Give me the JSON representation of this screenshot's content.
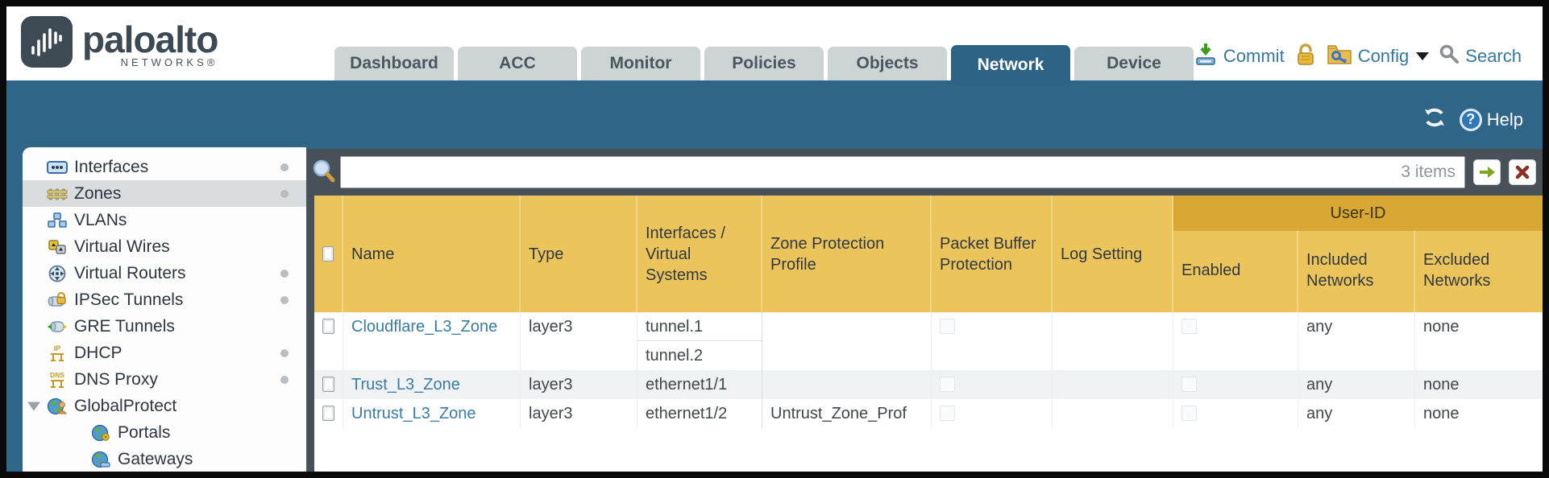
{
  "header": {
    "brand": "paloalto",
    "brand_sub": "NETWORKS®",
    "tabs": [
      "Dashboard",
      "ACC",
      "Monitor",
      "Policies",
      "Objects",
      "Network",
      "Device"
    ],
    "active_tab": "Network",
    "commit_label": "Commit",
    "config_label": "Config",
    "search_label": "Search"
  },
  "subheader": {
    "help_label": "Help"
  },
  "sidebar": {
    "items": [
      {
        "label": "Interfaces"
      },
      {
        "label": "Zones"
      },
      {
        "label": "VLANs"
      },
      {
        "label": "Virtual Wires"
      },
      {
        "label": "Virtual Routers"
      },
      {
        "label": "IPSec Tunnels"
      },
      {
        "label": "GRE Tunnels"
      },
      {
        "label": "DHCP"
      },
      {
        "label": "DNS Proxy"
      },
      {
        "label": "GlobalProtect"
      },
      {
        "label": "Portals"
      },
      {
        "label": "Gateways"
      }
    ],
    "selected": "Zones"
  },
  "filter": {
    "items_count": "3 items",
    "query": ""
  },
  "table": {
    "group_header": "User-ID",
    "columns": [
      "Name",
      "Type",
      "Interfaces / Virtual Systems",
      "Zone Protection Profile",
      "Packet Buffer Protection",
      "Log Setting",
      "Enabled",
      "Included Networks",
      "Excluded Networks"
    ],
    "rows": [
      {
        "name": "Cloudflare_L3_Zone",
        "type": "layer3",
        "interfaces": [
          "tunnel.1",
          "tunnel.2"
        ],
        "zone_protection_profile": "",
        "log_setting": "",
        "included_networks": "any",
        "excluded_networks": "none"
      },
      {
        "name": "Trust_L3_Zone",
        "type": "layer3",
        "interfaces": [
          "ethernet1/1"
        ],
        "zone_protection_profile": "",
        "log_setting": "",
        "included_networks": "any",
        "excluded_networks": "none"
      },
      {
        "name": "Untrust_L3_Zone",
        "type": "layer3",
        "interfaces": [
          "ethernet1/2"
        ],
        "zone_protection_profile": "Untrust_Zone_Prof",
        "log_setting": "",
        "included_networks": "any",
        "excluded_networks": "none"
      }
    ]
  },
  "colors": {
    "teal_band": "#2f6586",
    "table_header": "#ecc45c",
    "group_band": "#d9a834",
    "link": "#3a7ca3",
    "action_text": "#34789f"
  }
}
